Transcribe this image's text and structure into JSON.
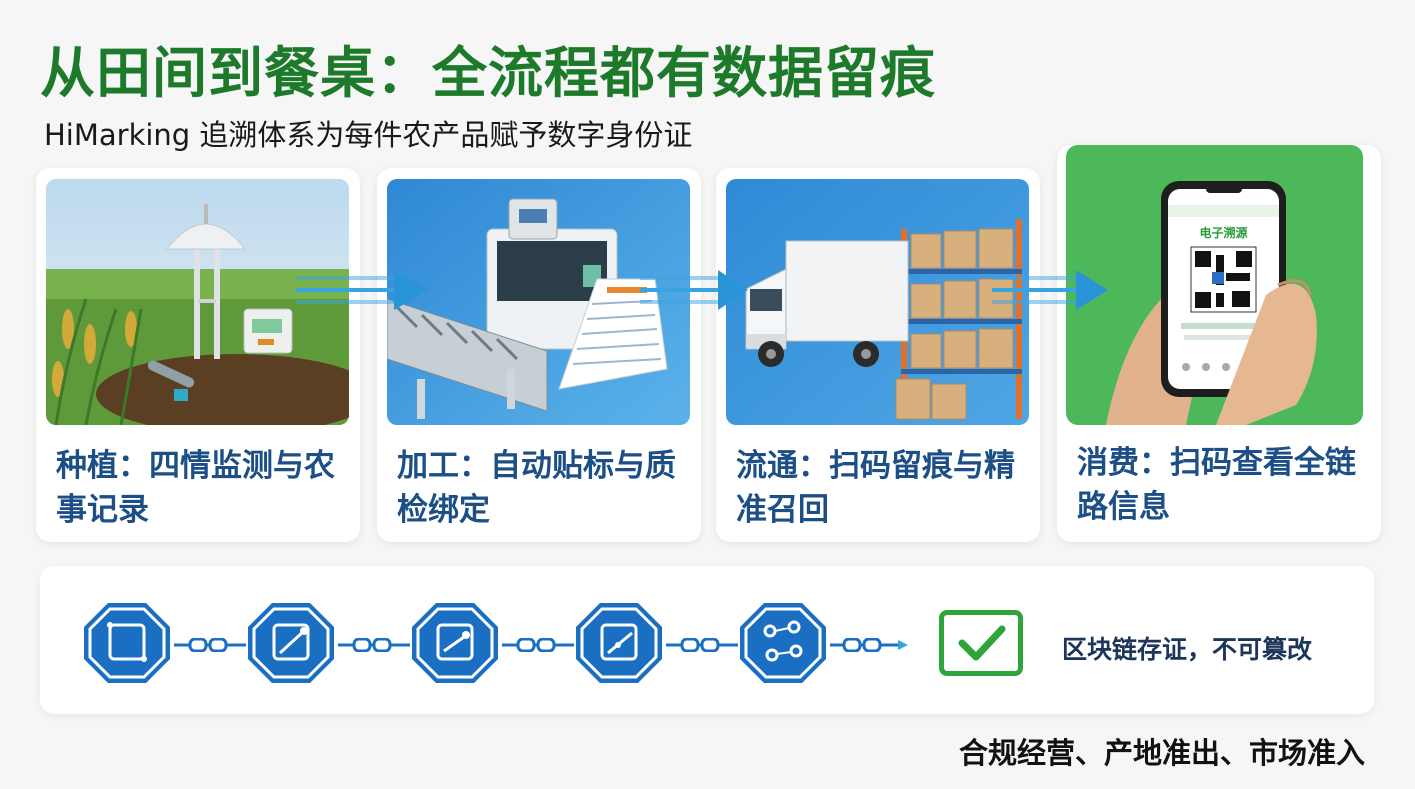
{
  "header": {
    "title": "从田间到餐桌：全流程都有数据留痕",
    "subtitle": "HiMarking 追溯体系为每件农产品赋予数字身份证"
  },
  "stages": [
    {
      "label": "种植：四情监测与农事记录"
    },
    {
      "label": "加工：自动贴标与质检绑定"
    },
    {
      "label": "流通：扫码留痕与精准召回"
    },
    {
      "label": "消费：扫码查看全链路信息"
    }
  ],
  "phone": {
    "screen_title": "电子溯源"
  },
  "chain": {
    "caption": "区块链存证，不可篡改"
  },
  "footer": {
    "text": "合规经营、产地准出、市场准入"
  },
  "colors": {
    "title_green": "#1d7a2a",
    "label_blue": "#1c4f86",
    "block_blue": "#1a6fc2",
    "check_green": "#2ea43a"
  }
}
